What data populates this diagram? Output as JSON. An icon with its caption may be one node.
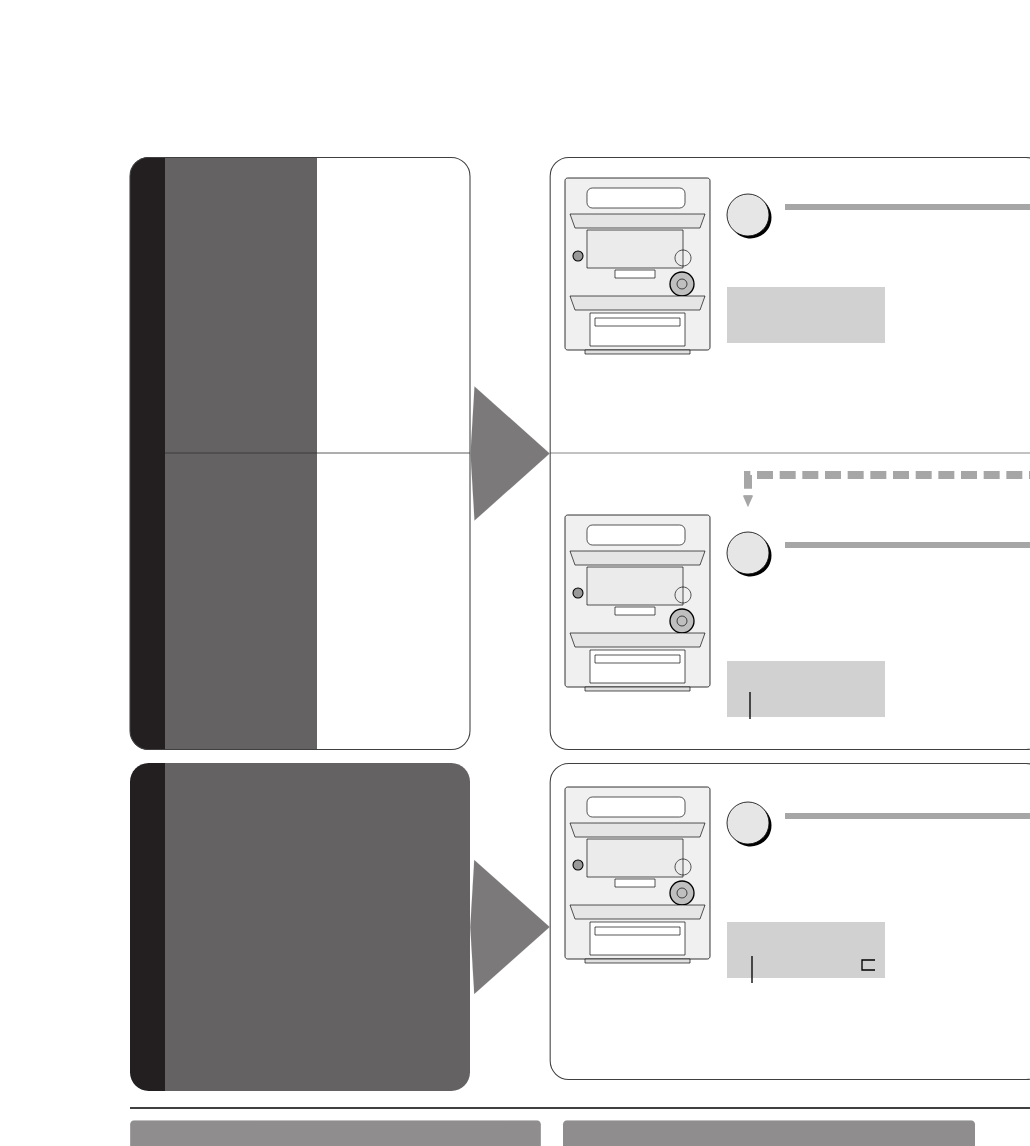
{
  "diagram": {
    "nodes": [
      {
        "text": [],
        "shape": "box"
      },
      {
        "text": [],
        "shape": "box"
      },
      {
        "text": [],
        "shape": "circle",
        "in": 1
      },
      {
        "text": [],
        "shape": "circle",
        "in": 1
      },
      {
        "text": [],
        "shape": "box"
      },
      {
        "text": [],
        "shape": "box"
      },
      {
        "text": [],
        "shape": "circle",
        "in": 5
      },
      {
        "text": [],
        "shape": "bar"
      },
      {
        "text": [],
        "shape": "bar"
      }
    ],
    "edges": [
      {
        "from": 0,
        "to": 1,
        "arrow": "to"
      },
      {
        "from": null,
        "to": 3,
        "arrow": "to",
        "style": "dashed",
        "color": "#a6a6a6"
      },
      {
        "from": 4,
        "to": 5,
        "arrow": "to"
      }
    ]
  }
}
